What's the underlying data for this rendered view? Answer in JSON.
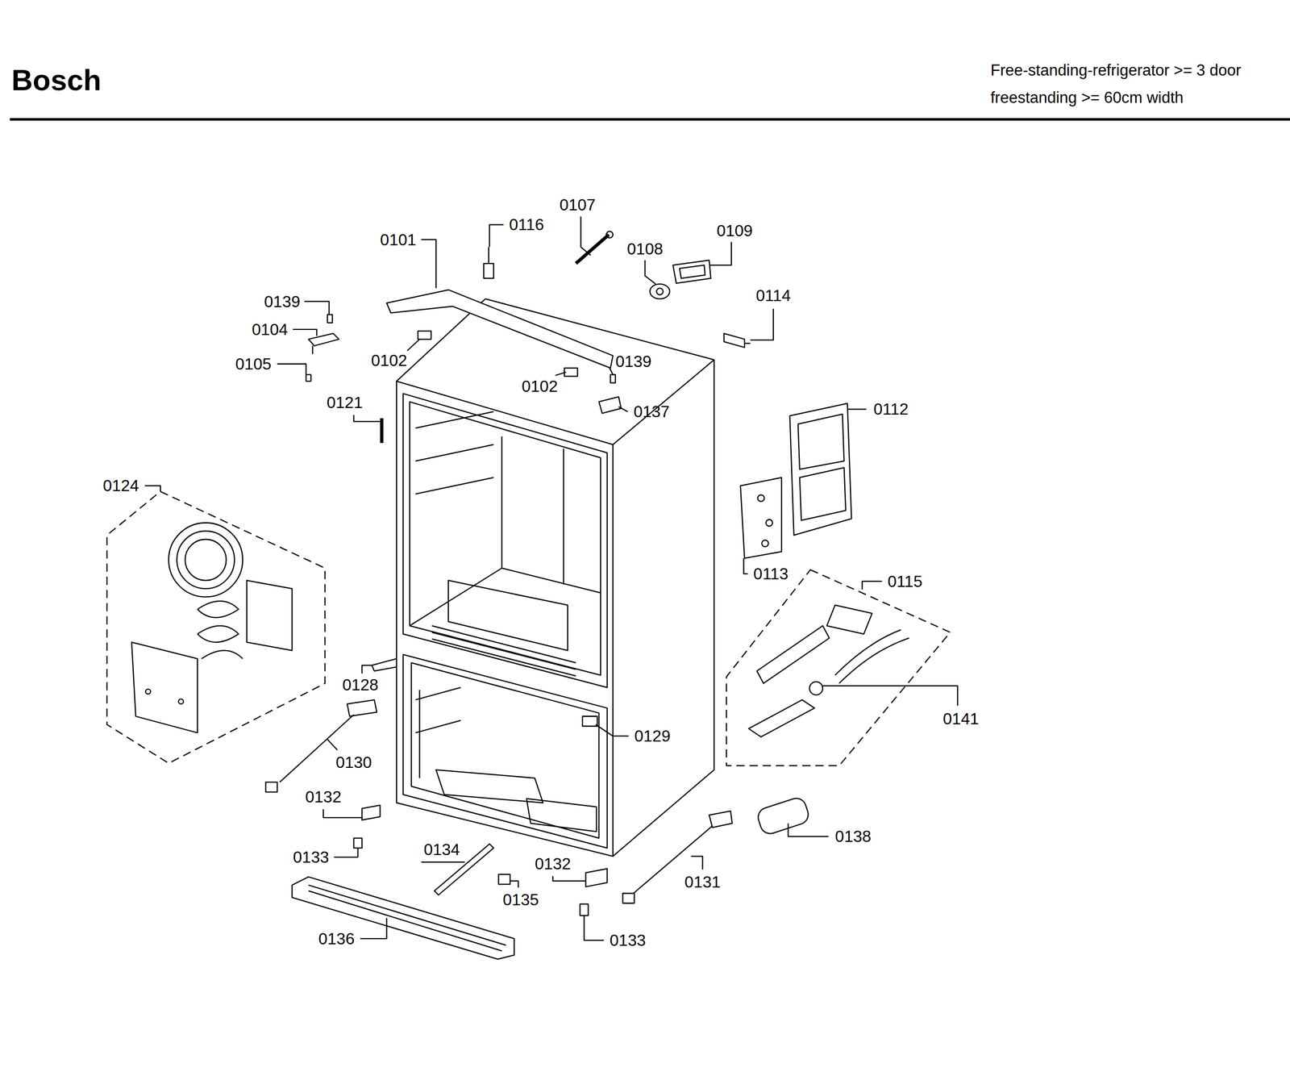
{
  "diagram": {
    "title": "Bosch",
    "labels": [
      "Free-standing-refrigerator >= 3 door",
      "freestanding >= 60cm width",
      "0107",
      "0116",
      "0109",
      "0101",
      "0108",
      "0139",
      "0114",
      "0104",
      "0102",
      "0139",
      "0105",
      "0102",
      "0112",
      "0137",
      "0121",
      "0124",
      "0113",
      "0115",
      "0128",
      "0141",
      "0129",
      "0130",
      "0132",
      "0138",
      "0134",
      "0133",
      "0132",
      "0131",
      "0135",
      "0136",
      "0133"
    ]
  }
}
